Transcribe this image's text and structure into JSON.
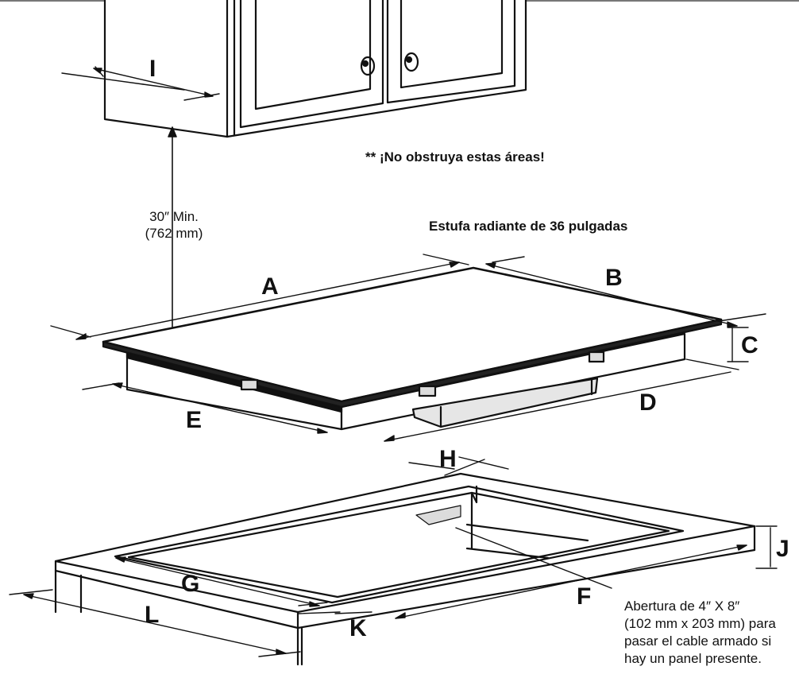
{
  "notes": {
    "no_obstruct": "** ¡No obstruya estas áreas!",
    "product_title": "Estufa radiante de 36 pulgadas"
  },
  "clearance": {
    "line1": "30″ Min.",
    "line2": "(762 mm)"
  },
  "dimension_labels": {
    "A": "A",
    "B": "B",
    "C": "C",
    "D": "D",
    "E": "E",
    "F": "F",
    "G": "G",
    "H": "H",
    "I": "I",
    "J": "J",
    "K": "K",
    "L": "L"
  },
  "cutout_note": {
    "line1": "Abertura de 4″ X 8″",
    "line2": "(102 mm x 203 mm) para",
    "line3": "pasar el cable armado si",
    "line4": "hay un panel presente."
  },
  "colors": {
    "line": "#111111",
    "glass": "#ffffff",
    "shade": "#dcdcdc"
  }
}
